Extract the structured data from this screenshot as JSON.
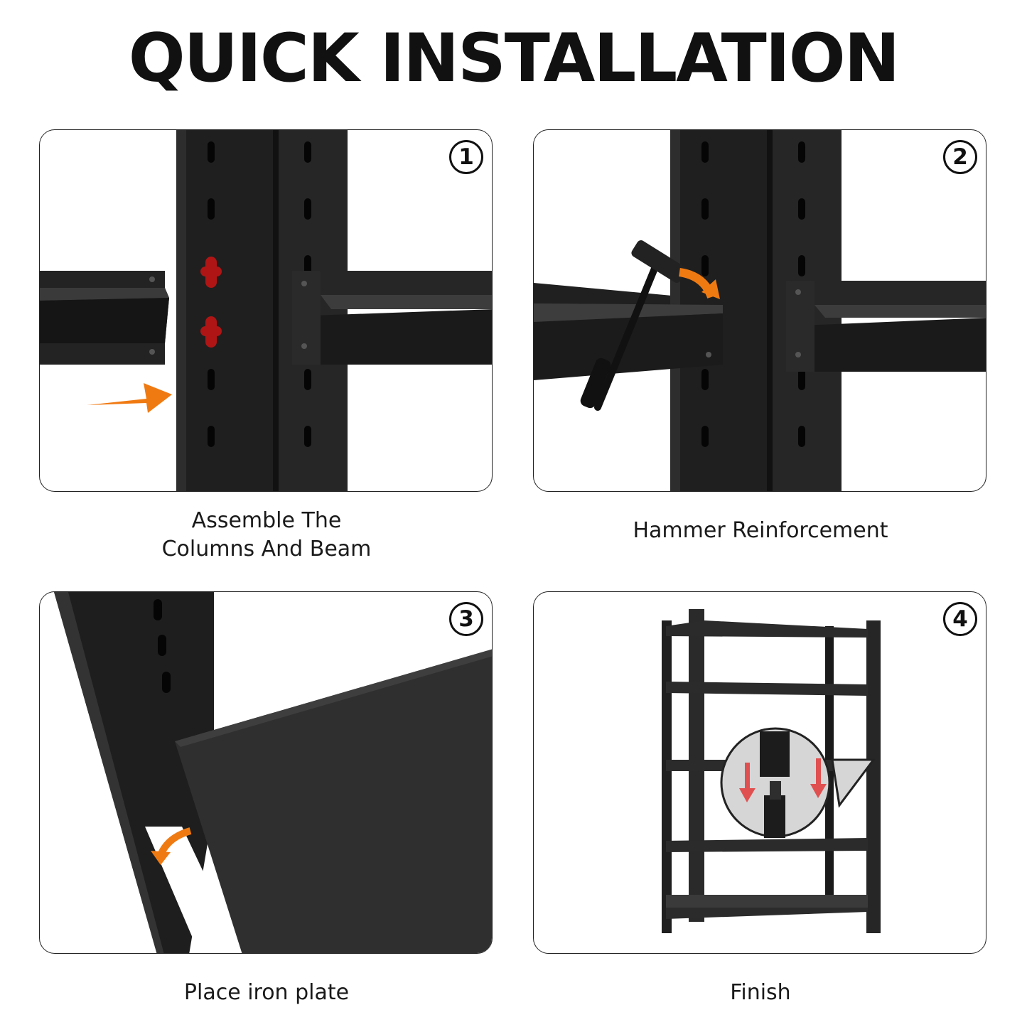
{
  "title": "QUICK INSTALLATION",
  "steps": [
    {
      "number": "1",
      "caption_line1": "Assemble The",
      "caption_line2": "Columns And Beam",
      "icon": "arrow-right-icon"
    },
    {
      "number": "2",
      "caption": "Hammer Reinforcement",
      "icon": "hammer-icon"
    },
    {
      "number": "3",
      "caption": "Place iron plate",
      "icon": "curved-arrow-icon"
    },
    {
      "number": "4",
      "caption": "Finish",
      "icon": "shelf-unit-icon"
    }
  ],
  "colors": {
    "accent": "#f07a12",
    "highlight": "#b01515",
    "steel": "#1e1e1e",
    "arrow_red": "#e05050"
  }
}
